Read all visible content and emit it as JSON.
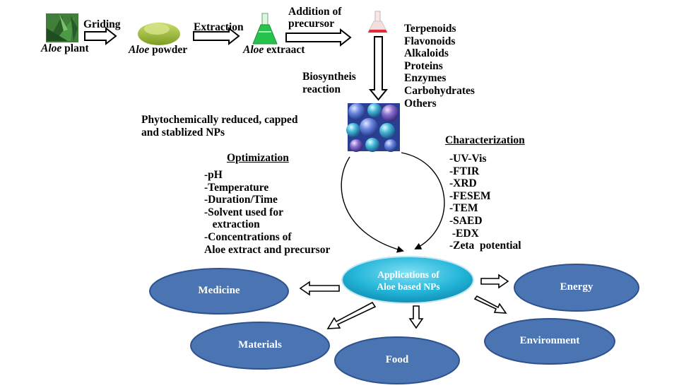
{
  "steps": {
    "grinding_label": "Griding",
    "extraction_label": "Extraction",
    "addition_label_line1": "Addition of",
    "addition_label_line2": "precursor",
    "biosynthesis_line1": "Biosyntheis",
    "biosynthesis_line2": "reaction"
  },
  "items": {
    "plant_italic": "Aloe",
    "plant_rest": " plant",
    "powder_italic": "Aloe",
    "powder_rest": " powder",
    "extract_italic": "Aloe",
    "extract_rest": " extraact"
  },
  "phytochemicals": [
    "Terpenoids",
    "Flavonoids",
    "Alkaloids",
    "Proteins",
    "Enzymes",
    "Carbohydrates",
    "Others"
  ],
  "nps_label_line1": "Phytochemically reduced, capped",
  "nps_label_line2": "and stablized NPs",
  "optimization": {
    "title": "Optimization",
    "items": [
      "-pH",
      "-Temperature",
      "-Duration/Time",
      "-Solvent used for",
      "   extraction",
      "-Concentrations of",
      "Aloe extract and precursor"
    ]
  },
  "characterization": {
    "title": "Characterization",
    "items": [
      "-UV-Vis",
      "-FTIR",
      "-XRD",
      "-FESEM",
      "-TEM",
      "-SAED",
      " -EDX",
      "-Zeta  potential"
    ]
  },
  "applications": {
    "center_line1": "Applications of",
    "center_line2": "Aloe based NPs",
    "medicine": "Medicine",
    "energy": "Energy",
    "materials": "Materials",
    "food": "Food",
    "environment": "Environment"
  },
  "colors": {
    "ellipse_fill": "#4a74b2",
    "ellipse_stroke": "#2f528f",
    "center_fill": "#1fb3d6",
    "plant_green": "#2e6b2e",
    "powder_green": "#9dbb3a",
    "flask_green": "#22c24a",
    "flask_red": "#e02a3a",
    "np_blue": "#4d6bc4"
  }
}
